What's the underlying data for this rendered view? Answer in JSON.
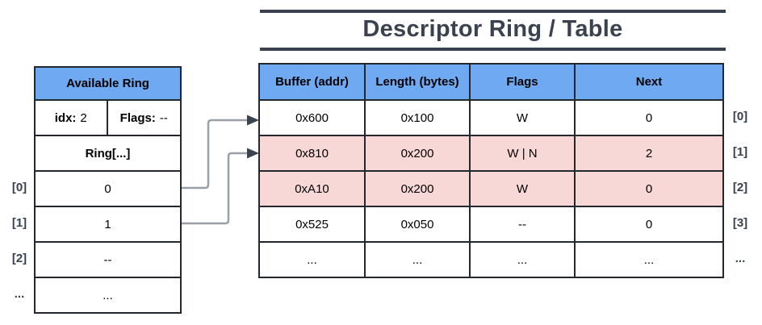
{
  "title": "Descriptor Ring / Table",
  "available_ring": {
    "header": "Available Ring",
    "idx": {
      "label": "idx:",
      "value": "2"
    },
    "flags": {
      "label": "Flags:",
      "value": "--"
    },
    "ring_header": "Ring[...]",
    "entries": [
      {
        "index_label": "[0]",
        "value": "0"
      },
      {
        "index_label": "[1]",
        "value": "1"
      },
      {
        "index_label": "[2]",
        "value": "--"
      },
      {
        "index_label": "...",
        "value": "..."
      }
    ]
  },
  "descriptor_table": {
    "columns": [
      "Buffer (addr)",
      "Length (bytes)",
      "Flags",
      "Next"
    ],
    "rows": [
      {
        "index_label": "[0]",
        "buffer": "0x600",
        "length": "0x100",
        "flags": "W",
        "next": "0",
        "highlighted": false
      },
      {
        "index_label": "[1]",
        "buffer": "0x810",
        "length": "0x200",
        "flags": "W | N",
        "next": "2",
        "highlighted": true
      },
      {
        "index_label": "[2]",
        "buffer": "0xA10",
        "length": "0x200",
        "flags": "W",
        "next": "0",
        "highlighted": true
      },
      {
        "index_label": "[3]",
        "buffer": "0x525",
        "length": "0x050",
        "flags": "--",
        "next": "0",
        "highlighted": false
      },
      {
        "index_label": "...",
        "buffer": "...",
        "length": "...",
        "flags": "...",
        "next": "...",
        "highlighted": false
      }
    ]
  },
  "colors": {
    "header_blue": "#6EA9F2",
    "highlight_pink": "#F8D7D7",
    "border": "#23272E",
    "accent_dark": "#3A4250",
    "arrow_gray": "#9AA0A8",
    "arrowhead_dark": "#3B4350"
  }
}
